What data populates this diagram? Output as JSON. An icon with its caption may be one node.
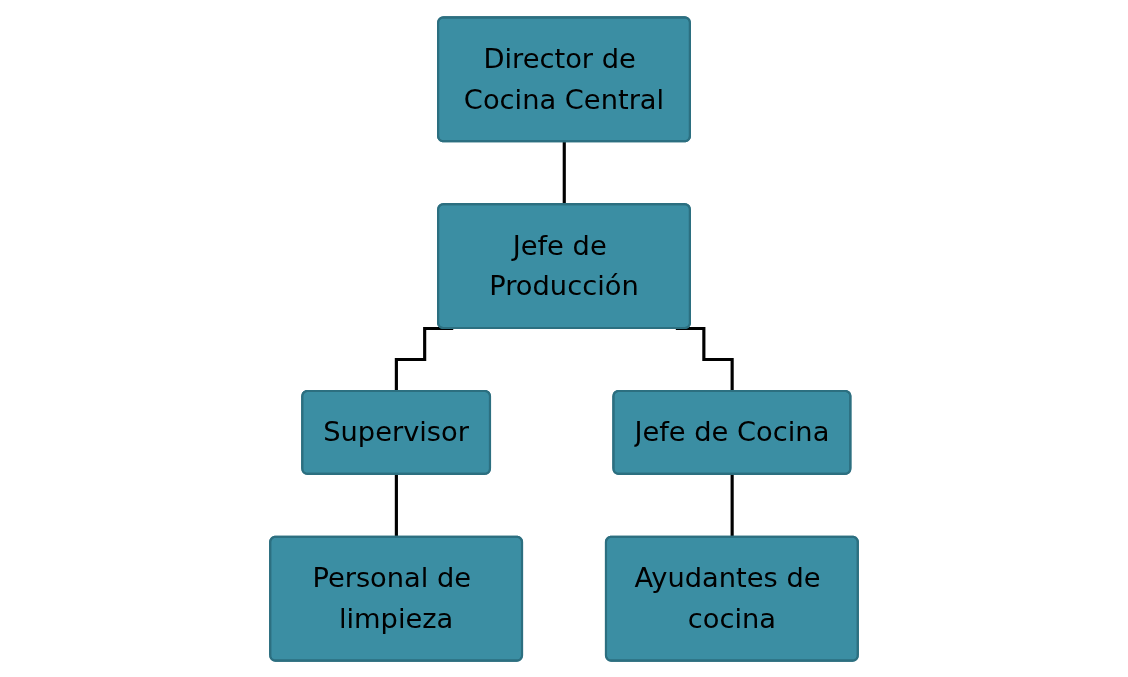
{
  "diagram": {
    "nodes": [
      {
        "text": [
          "Director de Cocina Central"
        ]
      },
      {
        "text": [
          "Jefe de Producción"
        ]
      },
      {
        "text": [
          "Supervisor"
        ]
      },
      {
        "text": [
          "Jefe de Cocina"
        ]
      },
      {
        "text": [
          "Personal de limpieza"
        ]
      },
      {
        "text": [
          "Ayudantes de cocina"
        ]
      }
    ],
    "edges": [
      {
        "from": 0,
        "to": 1,
        "arrow": "none"
      },
      {
        "from": 1,
        "to": 2,
        "arrow": "none"
      },
      {
        "from": 1,
        "to": 3,
        "arrow": "none"
      },
      {
        "from": 2,
        "to": 4,
        "arrow": "none"
      },
      {
        "from": 3,
        "to": 5,
        "arrow": "none"
      }
    ]
  }
}
